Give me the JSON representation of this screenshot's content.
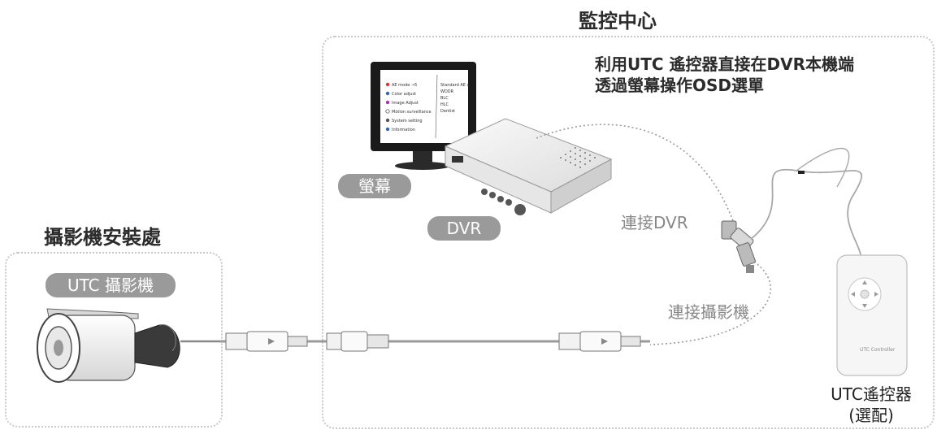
{
  "control_center": {
    "title": "監控中心",
    "description_line1": "利用UTC 遙控器直接在DVR本機端",
    "description_line2": "透過螢幕操作OSD選單",
    "monitor_label": "螢幕",
    "dvr_label": "DVR",
    "osd_menu_left": [
      "AE mode →5",
      "Color adjust",
      "Image Adjust",
      "Motion surveillance",
      "System setting",
      "Information"
    ],
    "osd_menu_right": [
      "Standard AE a",
      "WDDR",
      "BLC",
      "HLC",
      "Dentist"
    ]
  },
  "camera_site": {
    "title": "攝影機安裝處",
    "camera_label": "UTC 攝影機"
  },
  "cables": {
    "to_dvr": "連接DVR",
    "to_camera": "連接攝影機"
  },
  "remote": {
    "name": "UTC遙控器",
    "note": "(選配)",
    "device_text": "UTC Controller"
  },
  "colors": {
    "pill_gray": "#9a9a9a",
    "dotted_border": "#c8c8c8",
    "cable_gray": "#9b9b9b"
  }
}
